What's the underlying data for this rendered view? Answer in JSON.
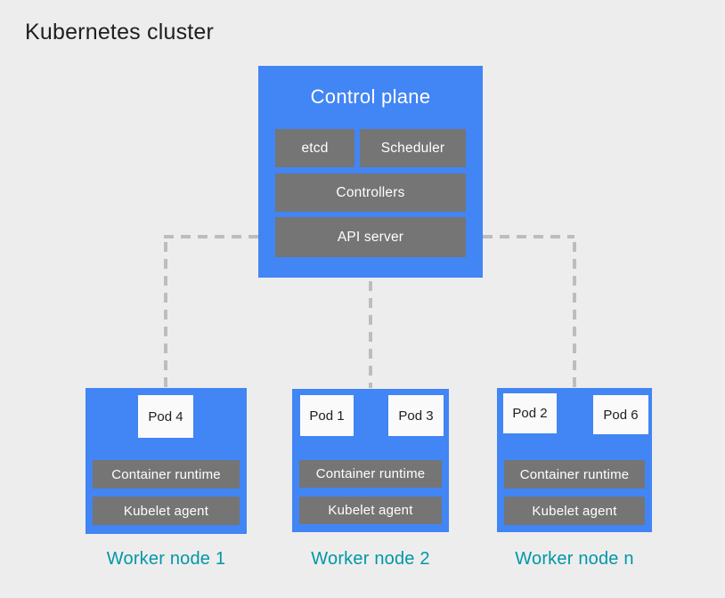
{
  "title": "Kubernetes cluster",
  "colors": {
    "background": "#EDEDED",
    "node_blue": "#4285F4",
    "component_gray": "#757575",
    "pod_white": "#FAFAFA",
    "connector_gray": "#BDBDBD",
    "worker_label_teal": "#0097A7",
    "title_dark": "#1F1F1F"
  },
  "control_plane": {
    "title": "Control plane",
    "components": [
      "etcd",
      "Scheduler",
      "Controllers",
      "API server"
    ]
  },
  "worker_nodes": [
    {
      "label": "Worker node 1",
      "pods": [
        "Pod 4"
      ],
      "components": [
        "Container runtime",
        "Kubelet agent"
      ]
    },
    {
      "label": "Worker node 2",
      "pods": [
        "Pod 1",
        "Pod 3"
      ],
      "components": [
        "Container runtime",
        "Kubelet agent"
      ]
    },
    {
      "label": "Worker node n",
      "pods": [
        "Pod 2",
        "Pod 6"
      ],
      "components": [
        "Container runtime",
        "Kubelet agent"
      ]
    }
  ]
}
